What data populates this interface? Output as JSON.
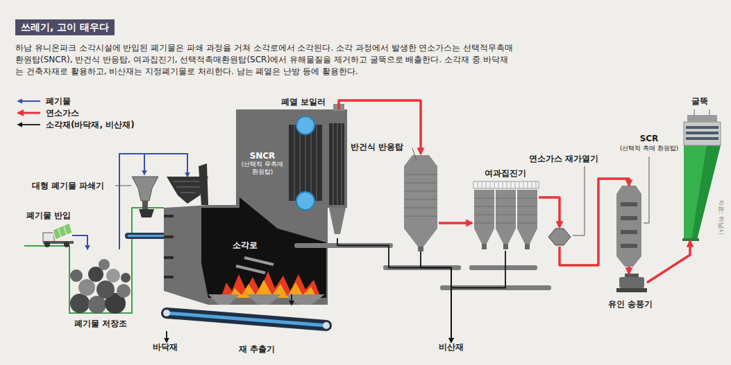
{
  "diagram": {
    "title": "쓰레기, 고이 태우다",
    "caption": "하남 유니온파크 소각시설에 반입된 폐기물은 파쇄 과정을 거쳐 소각로에서 소각된다. 소각 과정에서 발생한 연소가스는 선택적무촉매환원탑(SNCR), 반건식 반응탑, 여과집진기, 선택적촉매환원탑(SCR)에서 유해물질을 제거하고 굴뚝으로 배출한다. 소각재 중 바닥재는 건축자재로 활용하고, 비산재는 지정폐기물로 처리한다. 남는 폐열은 난방 등에 활용한다.",
    "nodes": [
      {
        "text": [
          "폐기물 반입"
        ]
      },
      {
        "text": [
          "폐기물 저장조"
        ]
      },
      {
        "text": [
          "대형 폐기물 파쇄기"
        ]
      },
      {
        "text": [
          "폐열 보일러"
        ]
      },
      {
        "text": [
          "SNCR",
          "(선택적 무촉매 환원탑)"
        ],
        "in": 3
      },
      {
        "text": [
          "소각로"
        ]
      },
      {
        "text": [
          "재 추출기"
        ]
      },
      {
        "text": [
          "바닥재"
        ]
      },
      {
        "text": [
          "반건식 반응탑"
        ]
      },
      {
        "text": [
          "여과집진기"
        ]
      },
      {
        "text": [
          "연소가스 재가열기"
        ]
      },
      {
        "text": [
          "SCR",
          "(선택적 촉매 환원탑)"
        ]
      },
      {
        "text": [
          "유인 송풍기"
        ]
      },
      {
        "text": [
          "굴뚝"
        ]
      },
      {
        "text": [
          "비산재"
        ]
      }
    ],
    "edges": [
      {
        "from": 0,
        "to": 1,
        "arrow": "to"
      },
      {
        "from": 1,
        "to": 2,
        "arrow": "to"
      },
      {
        "from": 1,
        "to": 5,
        "arrow": "to"
      },
      {
        "from": 3,
        "to": 8,
        "arrow": "to"
      },
      {
        "from": 8,
        "to": 9,
        "arrow": "to"
      },
      {
        "from": 9,
        "to": 10,
        "arrow": "to"
      },
      {
        "from": 10,
        "to": 11,
        "arrow": "to"
      },
      {
        "from": 11,
        "to": 12,
        "arrow": "to"
      },
      {
        "from": 12,
        "to": 13,
        "arrow": "to"
      },
      {
        "from": 5,
        "to": 6,
        "arrow": "to"
      },
      {
        "from": 6,
        "to": 7,
        "arrow": "to"
      },
      {
        "from": 3,
        "to": 14,
        "arrow": "to"
      },
      {
        "from": 8,
        "to": 14,
        "arrow": "to"
      },
      {
        "from": 9,
        "to": 14,
        "arrow": "to"
      }
    ],
    "labels": [
      "자료: 하남시"
    ],
    "legend": [
      {
        "text": "폐기물"
      },
      {
        "text": "연소가스"
      },
      {
        "text": "소각재(바닥재, 비산재)"
      }
    ]
  }
}
